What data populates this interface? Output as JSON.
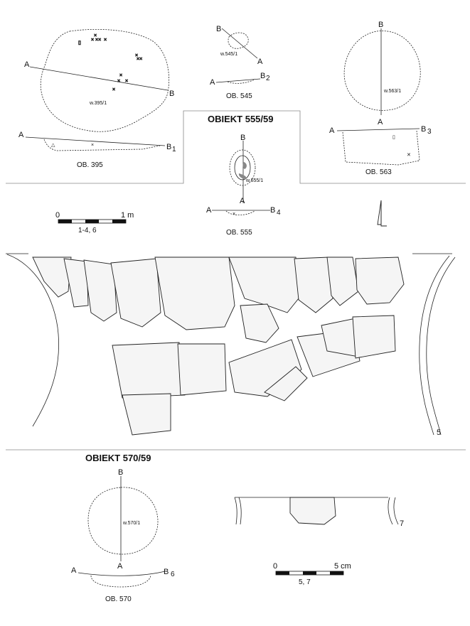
{
  "headings": {
    "obiekt_555": "OBIEKT 555/59",
    "obiekt_570": "OBIEKT 570/59"
  },
  "features": {
    "ob395": {
      "caption": "OB. 395",
      "sample": "w.395/1",
      "point_a": "A",
      "point_b": "B",
      "profile_a": "A",
      "profile_b": "B",
      "profile_sub": "1"
    },
    "ob545": {
      "caption": "OB. 545",
      "sample": "w.545/1",
      "point_a": "A",
      "point_b": "B",
      "profile_a": "A",
      "profile_b": "B",
      "profile_sub": "2"
    },
    "ob563": {
      "caption": "OB. 563",
      "sample": "w.563/1",
      "point_a": "A",
      "point_b": "B",
      "profile_a": "A",
      "profile_b": "B",
      "profile_sub": "3"
    },
    "ob555": {
      "caption": "OB. 555",
      "sample": "w.555/1",
      "point_a": "A",
      "point_b": "B",
      "profile_a": "A",
      "profile_b": "B",
      "profile_sub": "4"
    },
    "ob570": {
      "caption": "OB. 570",
      "sample": "w.570/1",
      "point_a": "A",
      "point_b": "B",
      "profile_a": "A",
      "profile_b": "B",
      "profile_sub": "6"
    }
  },
  "scale_m": {
    "start": "0",
    "end": "1 m",
    "applies_to": "1-4, 6"
  },
  "scale_cm": {
    "start": "0",
    "end": "5 cm",
    "applies_to": "5, 7"
  },
  "figure_numbers": {
    "vessel": "5",
    "rim": "7"
  }
}
